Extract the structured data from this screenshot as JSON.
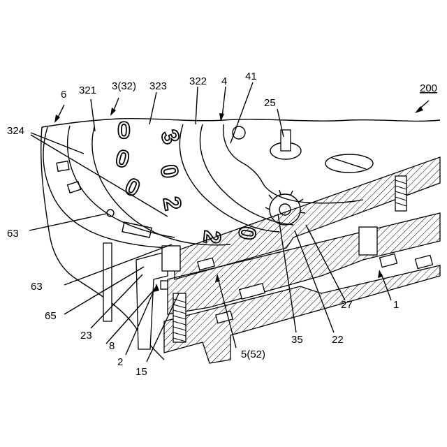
{
  "figure": {
    "labels": {
      "l6": "6",
      "l321": "321",
      "l3_32": "3(32)",
      "l323": "323",
      "l322": "322",
      "l4": "4",
      "l41": "41",
      "l25": "25",
      "l200": "200",
      "l324": "324",
      "l63a": "63",
      "l63b": "63",
      "l65": "65",
      "l23": "23",
      "l8": "8",
      "l2": "2",
      "l15": "15",
      "l35": "35",
      "l22": "22",
      "l27": "27",
      "l1": "1",
      "l5_52": "5(52)"
    },
    "digits": [
      "0",
      "0",
      "0",
      "3",
      "0",
      "2",
      "2",
      "0"
    ]
  }
}
